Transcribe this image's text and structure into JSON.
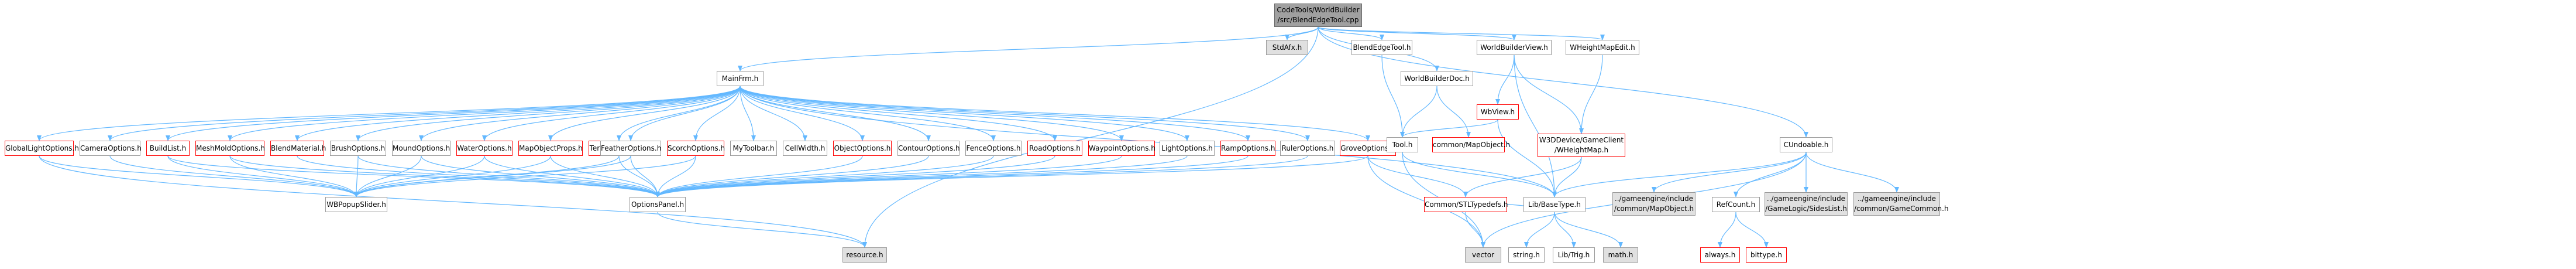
{
  "graph": {
    "root": {
      "label": "CodeTools/WorldBuilder/src/BlendEdgeTool.cpp",
      "lines": [
        "CodeTools/WorldBuilder",
        "/src/BlendEdgeTool.cpp"
      ]
    },
    "nodes": [
      {
        "id": "stdafx",
        "label": "StdAfx.h",
        "style": "grey"
      },
      {
        "id": "blendedgetool",
        "label": "BlendEdgeTool.h",
        "style": "plain"
      },
      {
        "id": "worldbuilderview",
        "label": "WorldBuilderView.h",
        "style": "plain"
      },
      {
        "id": "wheightmapedit",
        "label": "WHeightMapEdit.h",
        "style": "plain"
      },
      {
        "id": "cundoable",
        "label": "CUndoable.h",
        "style": "plain"
      },
      {
        "id": "mainfrm",
        "label": "MainFrm.h",
        "style": "plain"
      },
      {
        "id": "worldbuilderdoc",
        "label": "WorldBuilderDoc.h",
        "style": "plain"
      },
      {
        "id": "wbview",
        "label": "WbView.h",
        "style": "red"
      },
      {
        "id": "w3ddevice",
        "label": "W3DDevice/GameClient/WHeightMap.h",
        "lines": [
          "W3DDevice/GameClient",
          "/WHeightMap.h"
        ],
        "style": "red"
      },
      {
        "id": "globallightoptions",
        "label": "GlobalLightOptions.h",
        "style": "red"
      },
      {
        "id": "cameraoptions",
        "label": "CameraOptions.h",
        "style": "plain"
      },
      {
        "id": "buildlist",
        "label": "BuildList.h",
        "style": "red"
      },
      {
        "id": "meshmoldoptions",
        "label": "MeshMoldOptions.h",
        "style": "red"
      },
      {
        "id": "blendmaterial",
        "label": "BlendMaterial.h",
        "style": "red"
      },
      {
        "id": "brushoptions",
        "label": "BrushOptions.h",
        "style": "plain"
      },
      {
        "id": "moundoptions",
        "label": "MoundOptions.h",
        "style": "plain"
      },
      {
        "id": "wateroptions",
        "label": "WaterOptions.h",
        "style": "red"
      },
      {
        "id": "mapobjectprops",
        "label": "MapObjectProps.h",
        "style": "red"
      },
      {
        "id": "terrainmaterial",
        "label": "TerrainMaterial.h",
        "style": "red"
      },
      {
        "id": "featheroptions",
        "label": "FeatherOptions.h",
        "style": "plain"
      },
      {
        "id": "scorchoptions",
        "label": "ScorchOptions.h",
        "style": "red"
      },
      {
        "id": "mytoolbar",
        "label": "MyToolbar.h",
        "style": "plain"
      },
      {
        "id": "cellwidth",
        "label": "CellWidth.h",
        "style": "plain"
      },
      {
        "id": "objectoptions",
        "label": "ObjectOptions.h",
        "style": "red"
      },
      {
        "id": "contouroptions",
        "label": "ContourOptions.h",
        "style": "plain"
      },
      {
        "id": "fenceoptions",
        "label": "FenceOptions.h",
        "style": "plain"
      },
      {
        "id": "roadoptions",
        "label": "RoadOptions.h",
        "style": "red"
      },
      {
        "id": "waypointoptions",
        "label": "WaypointOptions.h",
        "style": "red"
      },
      {
        "id": "lightoptions",
        "label": "LightOptions.h",
        "style": "plain"
      },
      {
        "id": "rampoptions",
        "label": "RampOptions.h",
        "style": "red"
      },
      {
        "id": "ruleroptions",
        "label": "RulerOptions.h",
        "style": "plain"
      },
      {
        "id": "groveoptions",
        "label": "GroveOptions.h",
        "style": "red"
      },
      {
        "id": "tool",
        "label": "Tool.h",
        "style": "plain"
      },
      {
        "id": "commonmapobject",
        "label": "common/MapObject.h",
        "style": "red"
      },
      {
        "id": "wbpopupslider",
        "label": "WBPopupSlider.h",
        "style": "plain"
      },
      {
        "id": "optionspanel",
        "label": "OptionsPanel.h",
        "style": "plain"
      },
      {
        "id": "commonstltypedefs",
        "label": "Common/STLTypedefs.h",
        "style": "red"
      },
      {
        "id": "libbasetype",
        "label": "Lib/BaseType.h",
        "style": "plain"
      },
      {
        "id": "gameenginemapobject",
        "label": "../gameengine/include/common/MapObject.h",
        "lines": [
          "../gameengine/include",
          "/common/MapObject.h"
        ],
        "style": "grey"
      },
      {
        "id": "refcount",
        "label": "RefCount.h",
        "style": "plain"
      },
      {
        "id": "gameenginegamelogic",
        "label": "../gameengine/include/GameLogic/SidesList.h",
        "lines": [
          "../gameengine/include",
          "/GameLogic/SidesList.h"
        ],
        "style": "grey"
      },
      {
        "id": "gameenginegamecommon",
        "label": "../gameengine/include/common/GameCommon.h",
        "lines": [
          "../gameengine/include",
          "/common/GameCommon.h"
        ],
        "style": "grey"
      },
      {
        "id": "resource",
        "label": "resource.h",
        "style": "grey"
      },
      {
        "id": "vector",
        "label": "vector",
        "style": "grey"
      },
      {
        "id": "stringh",
        "label": "string.h",
        "style": "plain"
      },
      {
        "id": "libtrigh",
        "label": "Lib/Trig.h",
        "style": "plain"
      },
      {
        "id": "mathh",
        "label": "math.h",
        "style": "grey"
      },
      {
        "id": "alwaysh",
        "label": "always.h",
        "style": "red"
      },
      {
        "id": "bittypeh",
        "label": "bittype.h",
        "style": "red"
      }
    ],
    "edges": [
      [
        "root",
        "stdafx"
      ],
      [
        "root",
        "blendedgetool"
      ],
      [
        "root",
        "worldbuilderview"
      ],
      [
        "root",
        "wheightmapedit"
      ],
      [
        "root",
        "cundoable"
      ],
      [
        "root",
        "mainfrm"
      ],
      [
        "root",
        "worldbuilderdoc"
      ],
      [
        "root",
        "resource"
      ],
      [
        "blendedgetool",
        "tool"
      ],
      [
        "worldbuilderview",
        "wbview"
      ],
      [
        "worldbuilderview",
        "w3ddevice"
      ],
      [
        "worldbuilderview",
        "libbasetype"
      ],
      [
        "wheightmapedit",
        "w3ddevice"
      ],
      [
        "cundoable",
        "libbasetype"
      ],
      [
        "cundoable",
        "gameenginemapobject"
      ],
      [
        "cundoable",
        "refcount"
      ],
      [
        "cundoable",
        "gameenginegamelogic"
      ],
      [
        "cundoable",
        "gameenginegamecommon"
      ],
      [
        "cundoable",
        "vector"
      ],
      [
        "worldbuilderdoc",
        "tool"
      ],
      [
        "worldbuilderdoc",
        "commonmapobject"
      ],
      [
        "wbview",
        "libbasetype"
      ],
      [
        "wbview",
        "tool"
      ],
      [
        "w3ddevice",
        "commonstltypedefs"
      ],
      [
        "w3ddevice",
        "libbasetype"
      ],
      [
        "tool",
        "libbasetype"
      ],
      [
        "tool",
        "vector"
      ],
      [
        "mainfrm",
        "globallightoptions"
      ],
      [
        "mainfrm",
        "cameraoptions"
      ],
      [
        "mainfrm",
        "buildlist"
      ],
      [
        "mainfrm",
        "meshmoldoptions"
      ],
      [
        "mainfrm",
        "blendmaterial"
      ],
      [
        "mainfrm",
        "brushoptions"
      ],
      [
        "mainfrm",
        "moundoptions"
      ],
      [
        "mainfrm",
        "wateroptions"
      ],
      [
        "mainfrm",
        "mapobjectprops"
      ],
      [
        "mainfrm",
        "terrainmaterial"
      ],
      [
        "mainfrm",
        "featheroptions"
      ],
      [
        "mainfrm",
        "scorchoptions"
      ],
      [
        "mainfrm",
        "mytoolbar"
      ],
      [
        "mainfrm",
        "cellwidth"
      ],
      [
        "mainfrm",
        "objectoptions"
      ],
      [
        "mainfrm",
        "contouroptions"
      ],
      [
        "mainfrm",
        "fenceoptions"
      ],
      [
        "mainfrm",
        "roadoptions"
      ],
      [
        "mainfrm",
        "waypointoptions"
      ],
      [
        "mainfrm",
        "lightoptions"
      ],
      [
        "mainfrm",
        "rampoptions"
      ],
      [
        "mainfrm",
        "ruleroptions"
      ],
      [
        "mainfrm",
        "groveoptions"
      ],
      [
        "mainfrm",
        "libbasetype"
      ],
      [
        "globallightoptions",
        "wbpopupslider"
      ],
      [
        "globallightoptions",
        "resource"
      ],
      [
        "cameraoptions",
        "wbpopupslider"
      ],
      [
        "buildlist",
        "wbpopupslider"
      ],
      [
        "buildlist",
        "optionspanel"
      ],
      [
        "meshmoldoptions",
        "wbpopupslider"
      ],
      [
        "meshmoldoptions",
        "optionspanel"
      ],
      [
        "blendmaterial",
        "optionspanel"
      ],
      [
        "brushoptions",
        "wbpopupslider"
      ],
      [
        "brushoptions",
        "optionspanel"
      ],
      [
        "moundoptions",
        "wbpopupslider"
      ],
      [
        "moundoptions",
        "optionspanel"
      ],
      [
        "wateroptions",
        "wbpopupslider"
      ],
      [
        "wateroptions",
        "optionspanel"
      ],
      [
        "mapobjectprops",
        "wbpopupslider"
      ],
      [
        "mapobjectprops",
        "optionspanel"
      ],
      [
        "terrainmaterial",
        "wbpopupslider"
      ],
      [
        "terrainmaterial",
        "optionspanel"
      ],
      [
        "featheroptions",
        "wbpopupslider"
      ],
      [
        "featheroptions",
        "optionspanel"
      ],
      [
        "scorchoptions",
        "wbpopupslider"
      ],
      [
        "scorchoptions",
        "optionspanel"
      ],
      [
        "objectoptions",
        "optionspanel"
      ],
      [
        "contouroptions",
        "optionspanel"
      ],
      [
        "fenceoptions",
        "optionspanel"
      ],
      [
        "roadoptions",
        "optionspanel"
      ],
      [
        "waypointoptions",
        "optionspanel"
      ],
      [
        "lightoptions",
        "optionspanel"
      ],
      [
        "rampoptions",
        "optionspanel"
      ],
      [
        "ruleroptions",
        "optionspanel"
      ],
      [
        "groveoptions",
        "optionspanel"
      ],
      [
        "groveoptions",
        "commonstltypedefs"
      ],
      [
        "groveoptions",
        "vector"
      ],
      [
        "optionspanel",
        "resource"
      ],
      [
        "commonstltypedefs",
        "libbasetype"
      ],
      [
        "commonstltypedefs",
        "vector"
      ],
      [
        "libbasetype",
        "stringh"
      ],
      [
        "libbasetype",
        "libtrigh"
      ],
      [
        "libbasetype",
        "mathh"
      ],
      [
        "refcount",
        "alwaysh"
      ],
      [
        "refcount",
        "bittypeh"
      ]
    ],
    "colors": {
      "edge": "#63b8ff",
      "node_border": "#999999",
      "node_border_red": "#ff0000",
      "node_fill_grey": "#e0e0e0",
      "root_fill": "#a0a0a0"
    }
  }
}
